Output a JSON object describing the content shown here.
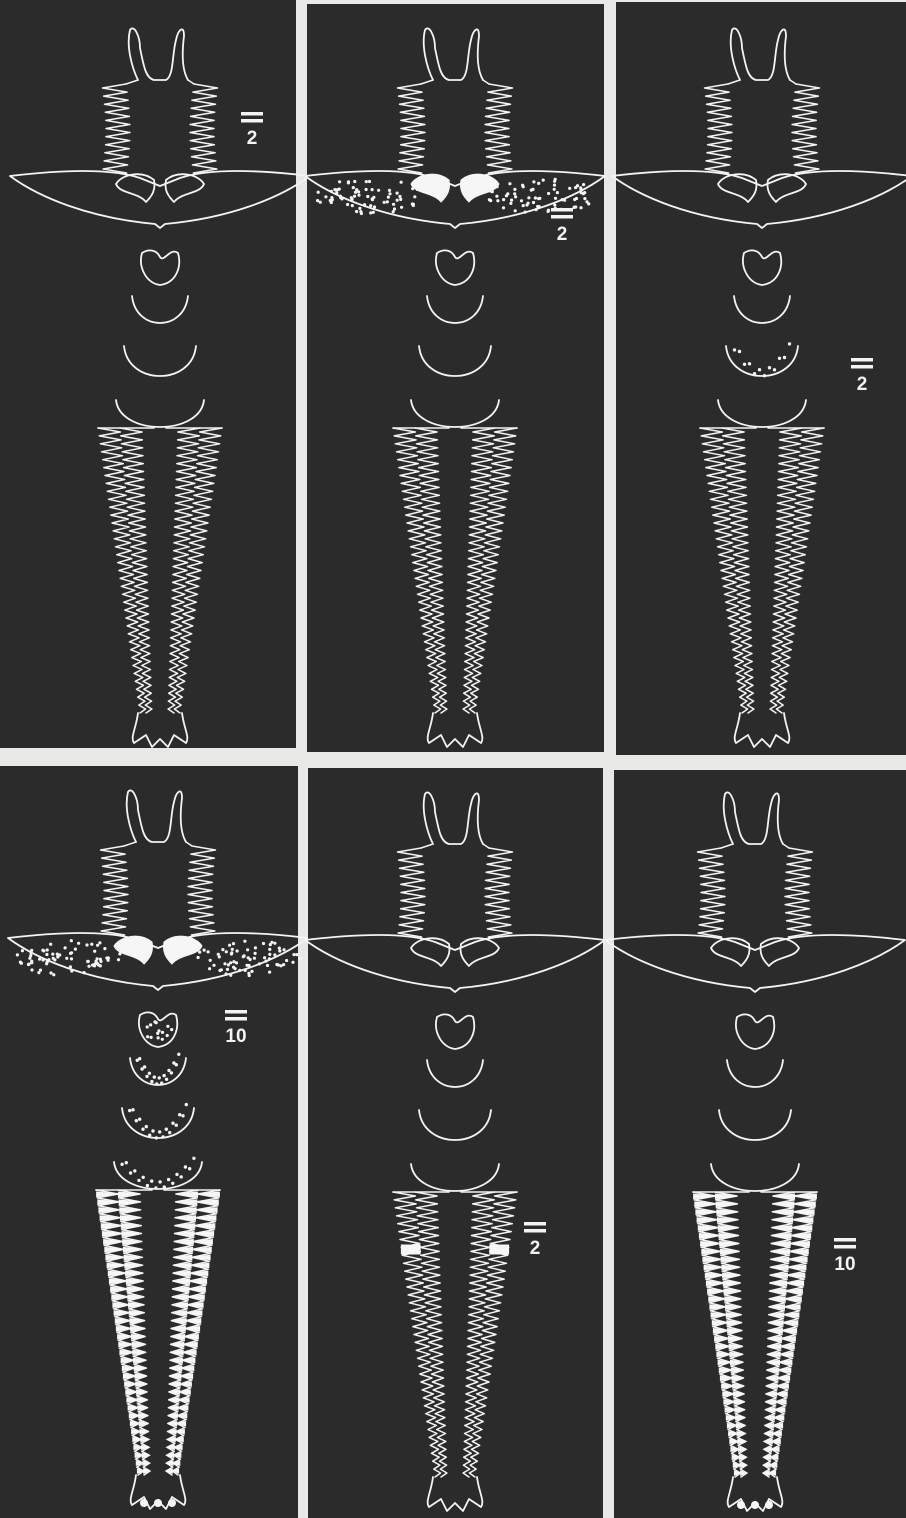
{
  "figure": {
    "panels": [
      {
        "id": "top-left",
        "label": "2",
        "fill": "none"
      },
      {
        "id": "top-middle",
        "label": "2",
        "fill": "gnathal-plate"
      },
      {
        "id": "top-right",
        "label": "2",
        "fill": "third-segment"
      },
      {
        "id": "bottom-left",
        "label": "10",
        "fill": "all-stippled-and-comb-solid"
      },
      {
        "id": "bottom-middle",
        "label": "2",
        "fill": "comb-row-five"
      },
      {
        "id": "bottom-right",
        "label": "10",
        "fill": "comb-solid"
      }
    ],
    "colors": {
      "panel": "#2b2b2b",
      "line": "#f4f4f4",
      "page": "#e8e8e6"
    }
  }
}
